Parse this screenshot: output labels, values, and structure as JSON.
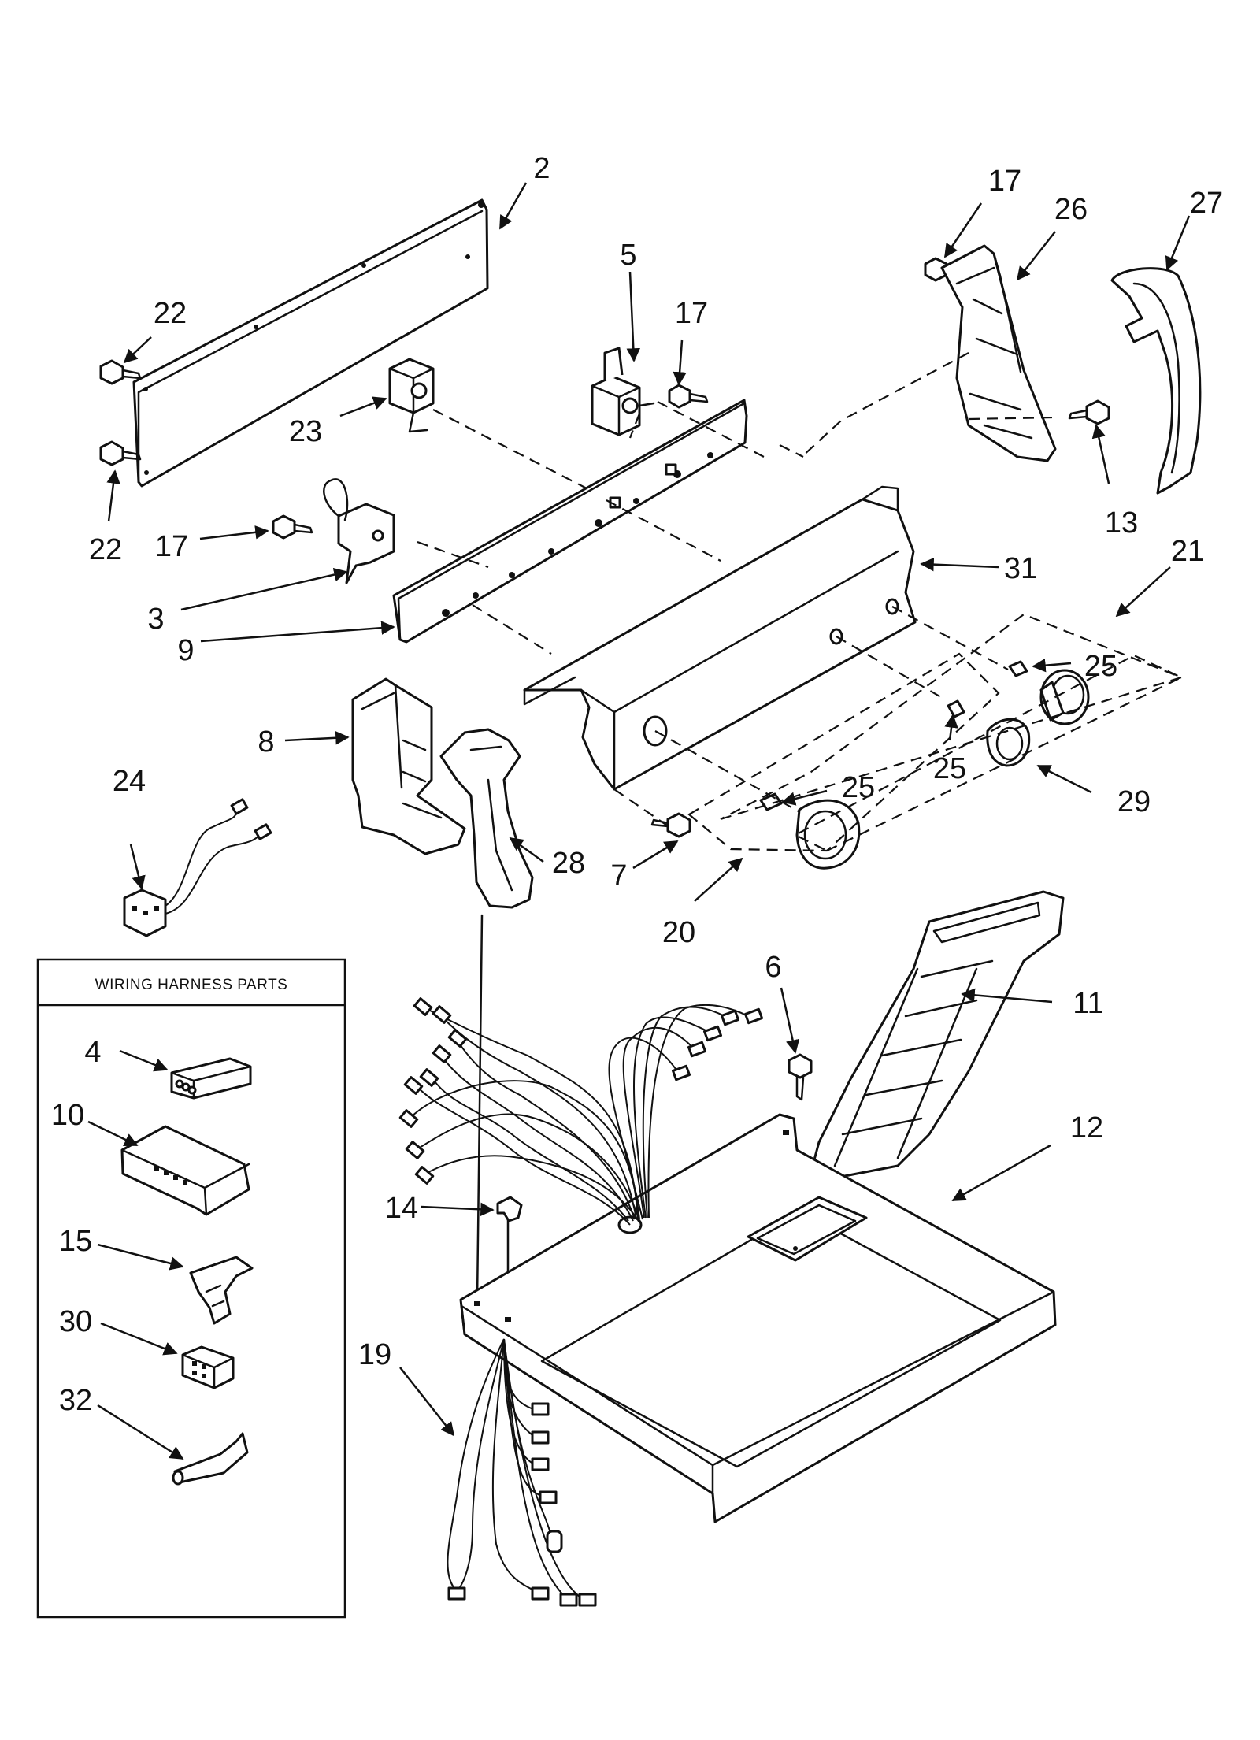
{
  "diagram": {
    "harness_box": {
      "title": "WIRING HARNESS PARTS",
      "items": [
        "4",
        "10",
        "15",
        "30",
        "32"
      ]
    },
    "callouts": [
      {
        "id": "2",
        "label": "2"
      },
      {
        "id": "22a",
        "label": "22"
      },
      {
        "id": "22b",
        "label": "22"
      },
      {
        "id": "23",
        "label": "23"
      },
      {
        "id": "5",
        "label": "5"
      },
      {
        "id": "17a",
        "label": "17"
      },
      {
        "id": "17b",
        "label": "17"
      },
      {
        "id": "17c",
        "label": "17"
      },
      {
        "id": "26",
        "label": "26"
      },
      {
        "id": "27",
        "label": "27"
      },
      {
        "id": "13",
        "label": "13"
      },
      {
        "id": "3",
        "label": "3"
      },
      {
        "id": "9",
        "label": "9"
      },
      {
        "id": "31",
        "label": "31"
      },
      {
        "id": "21",
        "label": "21"
      },
      {
        "id": "25a",
        "label": "25"
      },
      {
        "id": "25b",
        "label": "25"
      },
      {
        "id": "25c",
        "label": "25"
      },
      {
        "id": "29",
        "label": "29"
      },
      {
        "id": "8",
        "label": "8"
      },
      {
        "id": "28",
        "label": "28"
      },
      {
        "id": "24",
        "label": "24"
      },
      {
        "id": "7",
        "label": "7"
      },
      {
        "id": "20",
        "label": "20"
      },
      {
        "id": "6",
        "label": "6"
      },
      {
        "id": "11",
        "label": "11"
      },
      {
        "id": "12",
        "label": "12"
      },
      {
        "id": "14",
        "label": "14"
      },
      {
        "id": "19",
        "label": "19"
      },
      {
        "id": "4",
        "label": "4"
      },
      {
        "id": "10",
        "label": "10"
      },
      {
        "id": "15",
        "label": "15"
      },
      {
        "id": "30",
        "label": "30"
      },
      {
        "id": "32",
        "label": "32"
      }
    ]
  }
}
